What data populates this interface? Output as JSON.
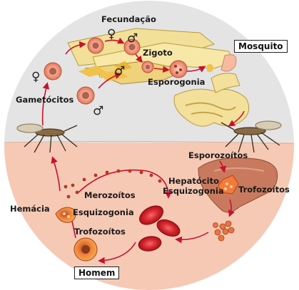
{
  "colors": {
    "mosquito_bg": "#e6e6e6",
    "human_bg": "#f5c8b4",
    "arrow": "#c8102e",
    "parasite": "#f07a4f",
    "liver": "#c97a5e",
    "gut": "#f2dd8c"
  },
  "hosts": {
    "mosquito": "Mosquito",
    "human": "Homem"
  },
  "labels": {
    "fertilization": "Fecundação",
    "zygote": "Zigoto",
    "sporogony": "Esporogonia",
    "gametocytes": "Gametócitos",
    "sporozoites": "Esporozoítos",
    "hepatocyte": "Hepatócito",
    "exo_schizogony": "Esquizogonia",
    "liver_trophozoites": "Trofozoítos",
    "merozoites": "Merozoítos",
    "red_cell": "Hemácia",
    "blood_schizogony": "Esquizogonia",
    "blood_trophozoites": "Trofozoítos"
  },
  "symbols": {
    "female": "♀",
    "male": "♂"
  }
}
